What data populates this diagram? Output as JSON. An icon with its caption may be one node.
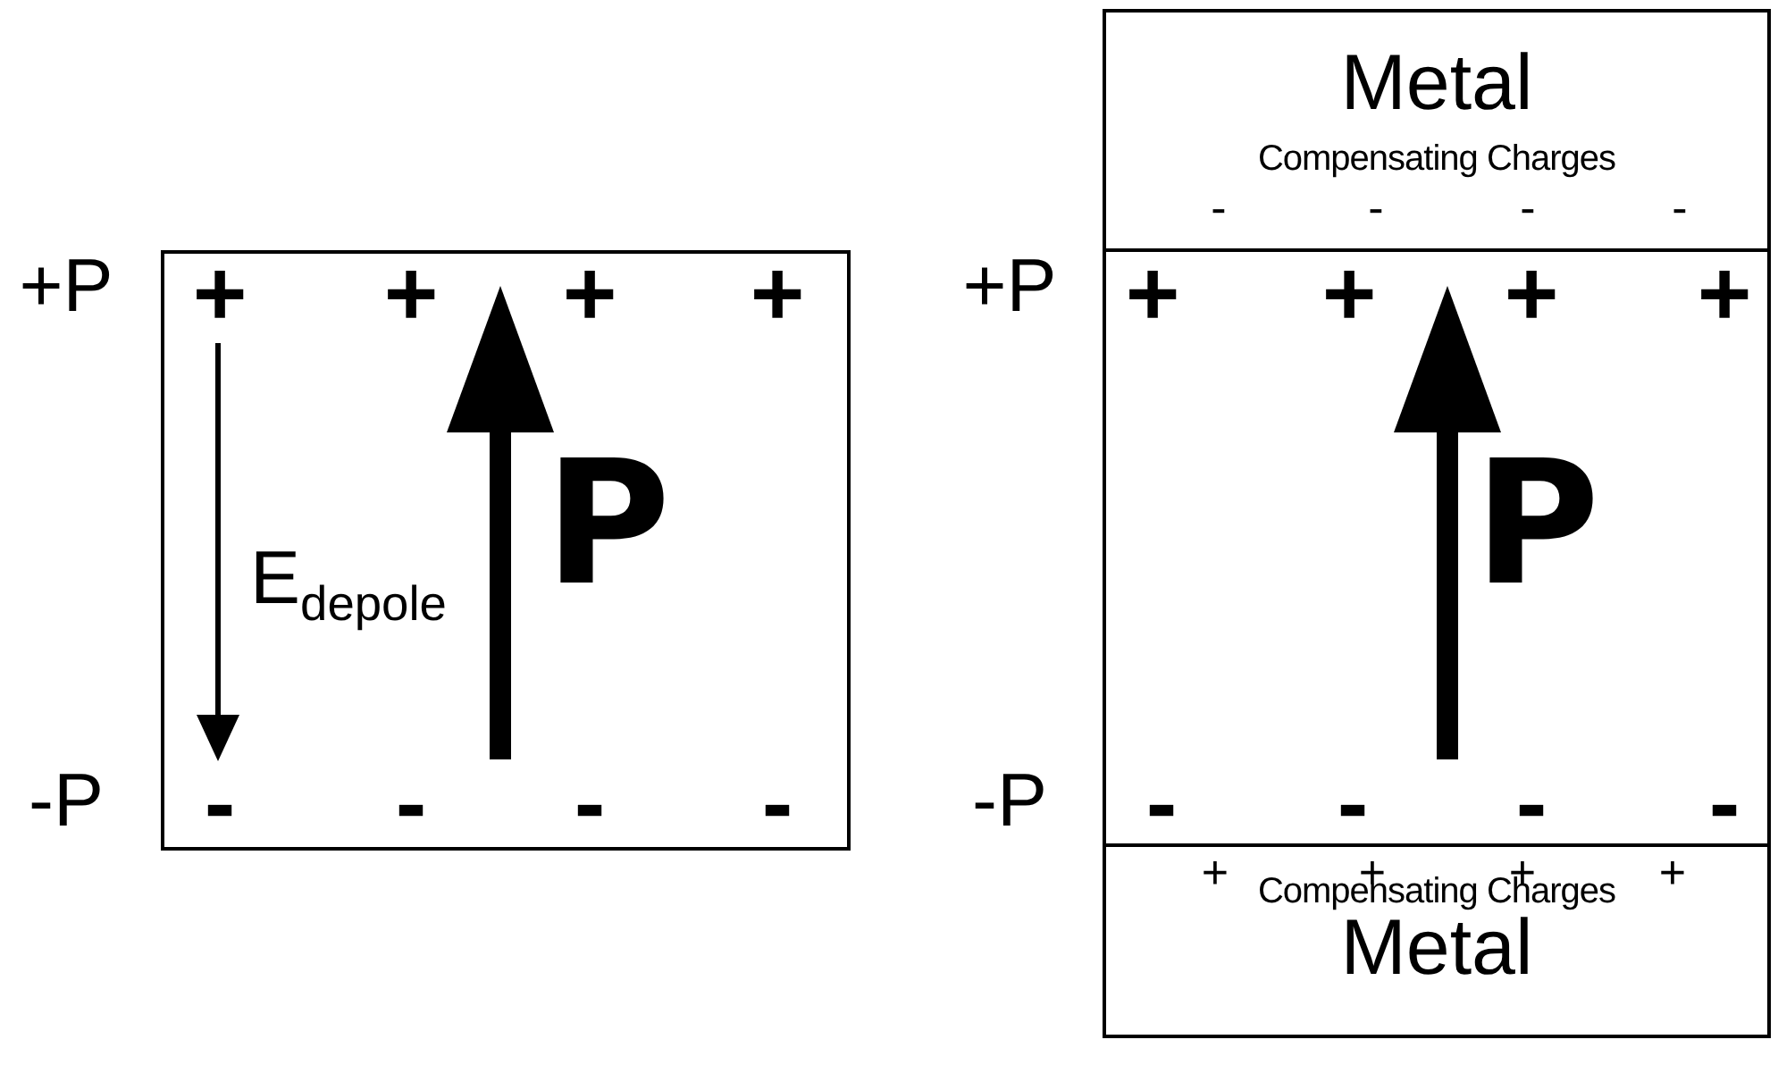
{
  "diagram": {
    "nodes": [
      {
        "text": [],
        "shape": "box"
      },
      {
        "text": [],
        "shape": "box"
      },
      {
        "text": [
          "Metal",
          "Compensating Charges"
        ],
        "in": 1
      },
      {
        "text": [
          "Compensating Charges",
          "Metal"
        ],
        "in": 1
      }
    ],
    "labels": [
      "+P",
      "+",
      "+",
      "+",
      "+",
      "E$_{depole}$",
      "P",
      "-P",
      "-",
      "-",
      "-",
      "-",
      "-",
      "-",
      "-",
      "-",
      "+P",
      "+",
      "+",
      "+",
      "+",
      "P",
      "-P",
      "-",
      "-",
      "-",
      "-",
      "+",
      "+",
      "+",
      "+"
    ]
  }
}
